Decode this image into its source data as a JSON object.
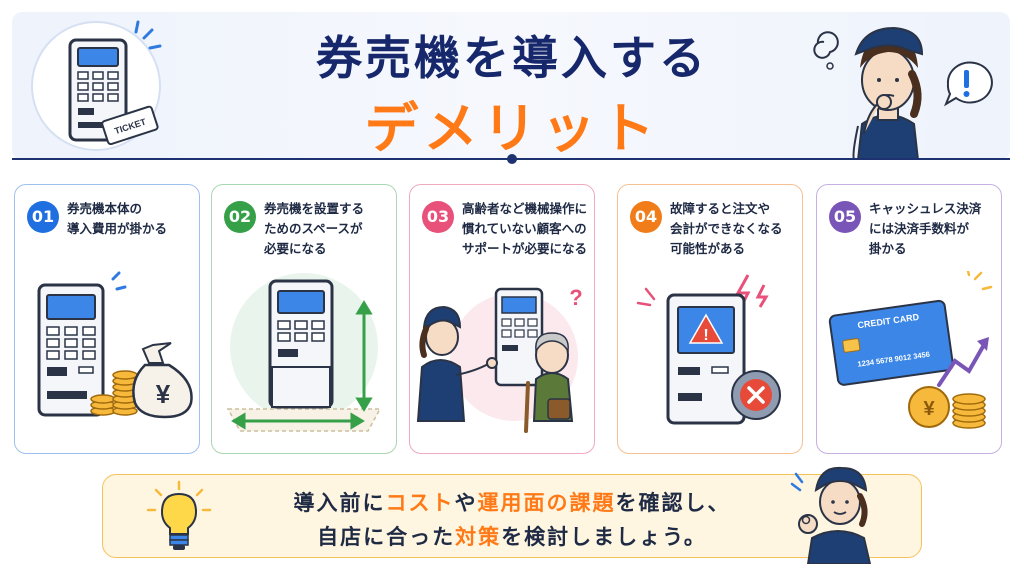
{
  "header": {
    "title_line1": "券売機を導入する",
    "title_line2": "デメリット",
    "ticket_text": "TICKET"
  },
  "cards": [
    {
      "num": "01",
      "color": "#1f6fe0",
      "border": "#9fc0ee",
      "text": "券売機本体の\n導入費用が掛かる",
      "icon": "ticket-machine-with-money-icon",
      "yen": "¥"
    },
    {
      "num": "02",
      "color": "#35a048",
      "border": "#a9d7b1",
      "text": "券売機を設置する\nためのスペースが\n必要になる",
      "icon": "ticket-machine-space-icon"
    },
    {
      "num": "03",
      "color": "#e8517a",
      "border": "#f1a9bd",
      "text": "高齢者など機械操作に\n慣れていない顧客への\nサポートが必要になる",
      "icon": "staff-helping-elderly-icon",
      "mark": "?"
    },
    {
      "num": "04",
      "color": "#f07d1a",
      "border": "#f6c093",
      "text": "故障すると注文や\n会計ができなくなる\n可能性がある",
      "icon": "broken-ticket-machine-icon",
      "mark": "!"
    },
    {
      "num": "05",
      "color": "#7a55b8",
      "border": "#c4b0e2",
      "text": "キャッシュレス決済\nには決済手数料が\n掛かる",
      "icon": "credit-card-fee-icon",
      "card_label": "CREDIT CARD",
      "card_number": "1234 5678 9012 3456",
      "yen": "¥"
    }
  ],
  "footer": {
    "line1": [
      {
        "t": "導入前に",
        "hl": false
      },
      {
        "t": "コスト",
        "hl": true
      },
      {
        "t": "や",
        "hl": false
      },
      {
        "t": "運用面の課題",
        "hl": true
      },
      {
        "t": "を確認し、",
        "hl": false
      }
    ],
    "line2": [
      {
        "t": "自店に合った",
        "hl": false
      },
      {
        "t": "対策",
        "hl": true
      },
      {
        "t": "を検討しましょう。",
        "hl": false
      }
    ]
  },
  "colors": {
    "navy": "#16286b",
    "orange": "#ff7a17",
    "footer_bg": "#fff6e2",
    "footer_border": "#f5c25a"
  }
}
